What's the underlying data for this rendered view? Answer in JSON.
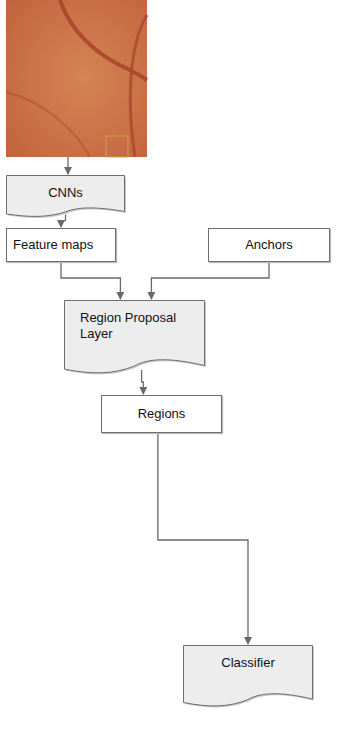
{
  "diagram": {
    "nodes": [
      {
        "text": [
          "CNNs"
        ]
      },
      {
        "text": [
          "Feature maps"
        ]
      },
      {
        "text": [
          "Anchors"
        ]
      },
      {
        "text": [
          "Region Proposal Layer"
        ]
      },
      {
        "text": [
          "Regions"
        ]
      },
      {
        "text": [
          "Classifier"
        ]
      }
    ],
    "edges": [
      {
        "from": 0,
        "to": 1,
        "arrow": "to"
      },
      {
        "from": 1,
        "to": 3,
        "arrow": "to"
      },
      {
        "from": 2,
        "to": 3,
        "arrow": "to"
      },
      {
        "from": 3,
        "to": 4,
        "arrow": "to"
      },
      {
        "from": 4,
        "to": 5,
        "arrow": "to"
      }
    ]
  }
}
